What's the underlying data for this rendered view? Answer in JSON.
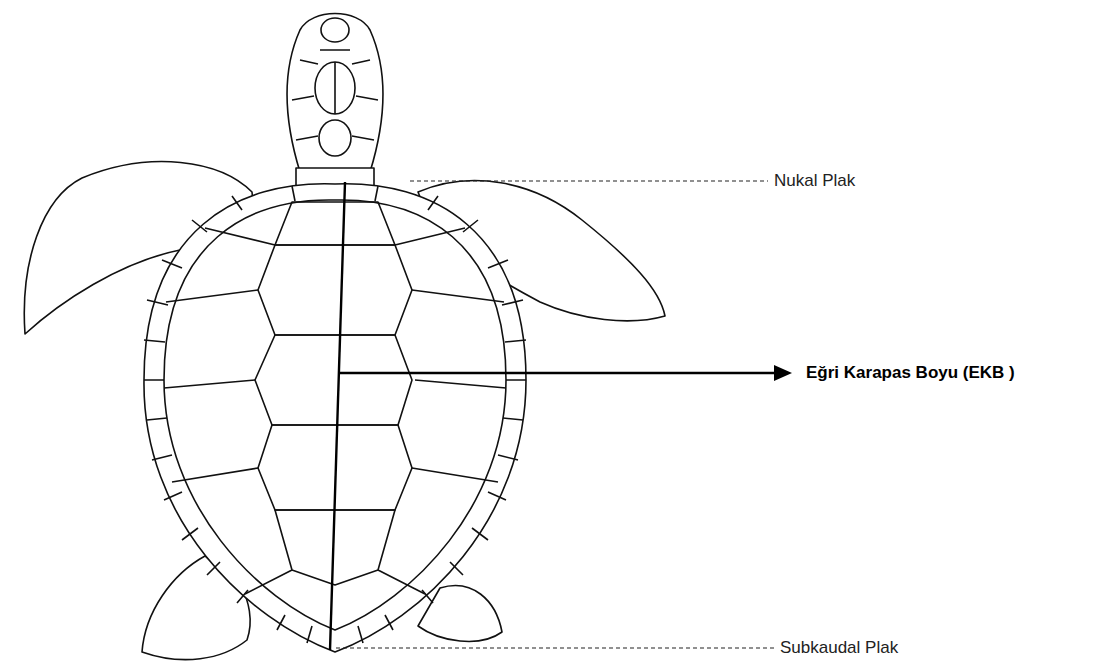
{
  "diagram": {
    "labels": [
      "Nukal Plak",
      "Eğri Karapas Boyu (EKB )",
      "Subkaudal Plak"
    ]
  }
}
